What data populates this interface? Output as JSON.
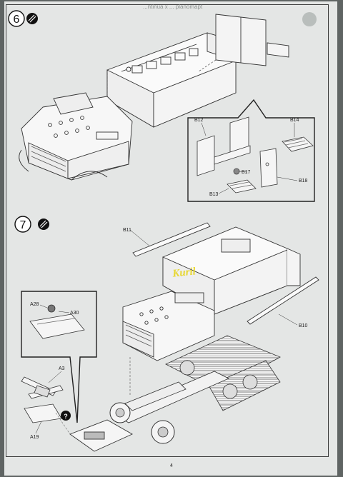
{
  "page_number": "4",
  "bleed_text": "...ntinua x ... planomapt",
  "steps": [
    {
      "number": "6",
      "badge_icon": "cement-glue-icon"
    },
    {
      "number": "7",
      "badge_icon": "cement-glue-icon"
    }
  ],
  "callout_step6": {
    "parts": [
      "B12",
      "B14",
      "B17",
      "B18",
      "B13"
    ]
  },
  "step7_labels": [
    "B11",
    "B10"
  ],
  "callout_step7": {
    "parts": [
      "A28",
      "A30"
    ]
  },
  "loose_parts": [
    "A3",
    "A19"
  ],
  "question_icon": "?",
  "watermark_text": "Kuril",
  "colors": {
    "paper": "#e4e6e5",
    "ink": "#222222",
    "watermark": "#e7d51c"
  }
}
